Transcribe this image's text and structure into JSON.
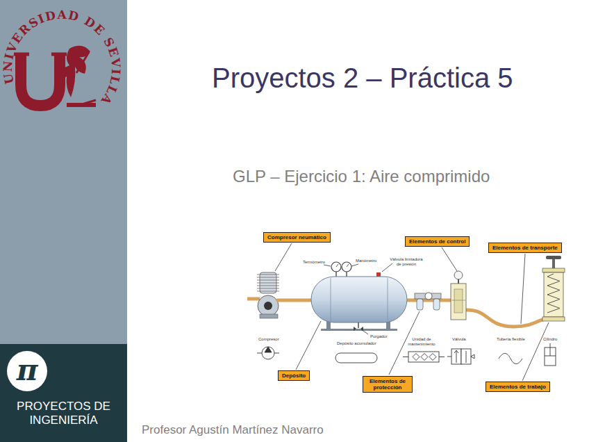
{
  "diagram": {
    "title": "Proyectos 2 – Práctica 5",
    "nodes": [
      {
        "text": [
          "Compresor neumático"
        ]
      },
      {
        "text": [
          "Elementos de control"
        ]
      },
      {
        "text": [
          "Elementos de transporte"
        ]
      },
      {
        "text": [
          "Depósito"
        ]
      },
      {
        "text": [
          "Elementos de protección"
        ]
      },
      {
        "text": [
          "Elementos de trabajo"
        ]
      },
      {
        "text": [
          "π",
          "PROYECTOS DE INGENIERÍA"
        ]
      }
    ],
    "labels": [
      "UNIVERSIDAD DE SEVILLA",
      "GLP – Ejercicio 1: Aire comprimido",
      "Termómetro",
      "Manómetro",
      "Válvula limitadora de presión",
      "Purgador",
      "Compresor",
      "Depósito acumulador",
      "Unidad de mantenimiento",
      "Válvula",
      "Tubería flexible",
      "Cilindro",
      "Profesor Agustín Martínez Navarro"
    ]
  }
}
